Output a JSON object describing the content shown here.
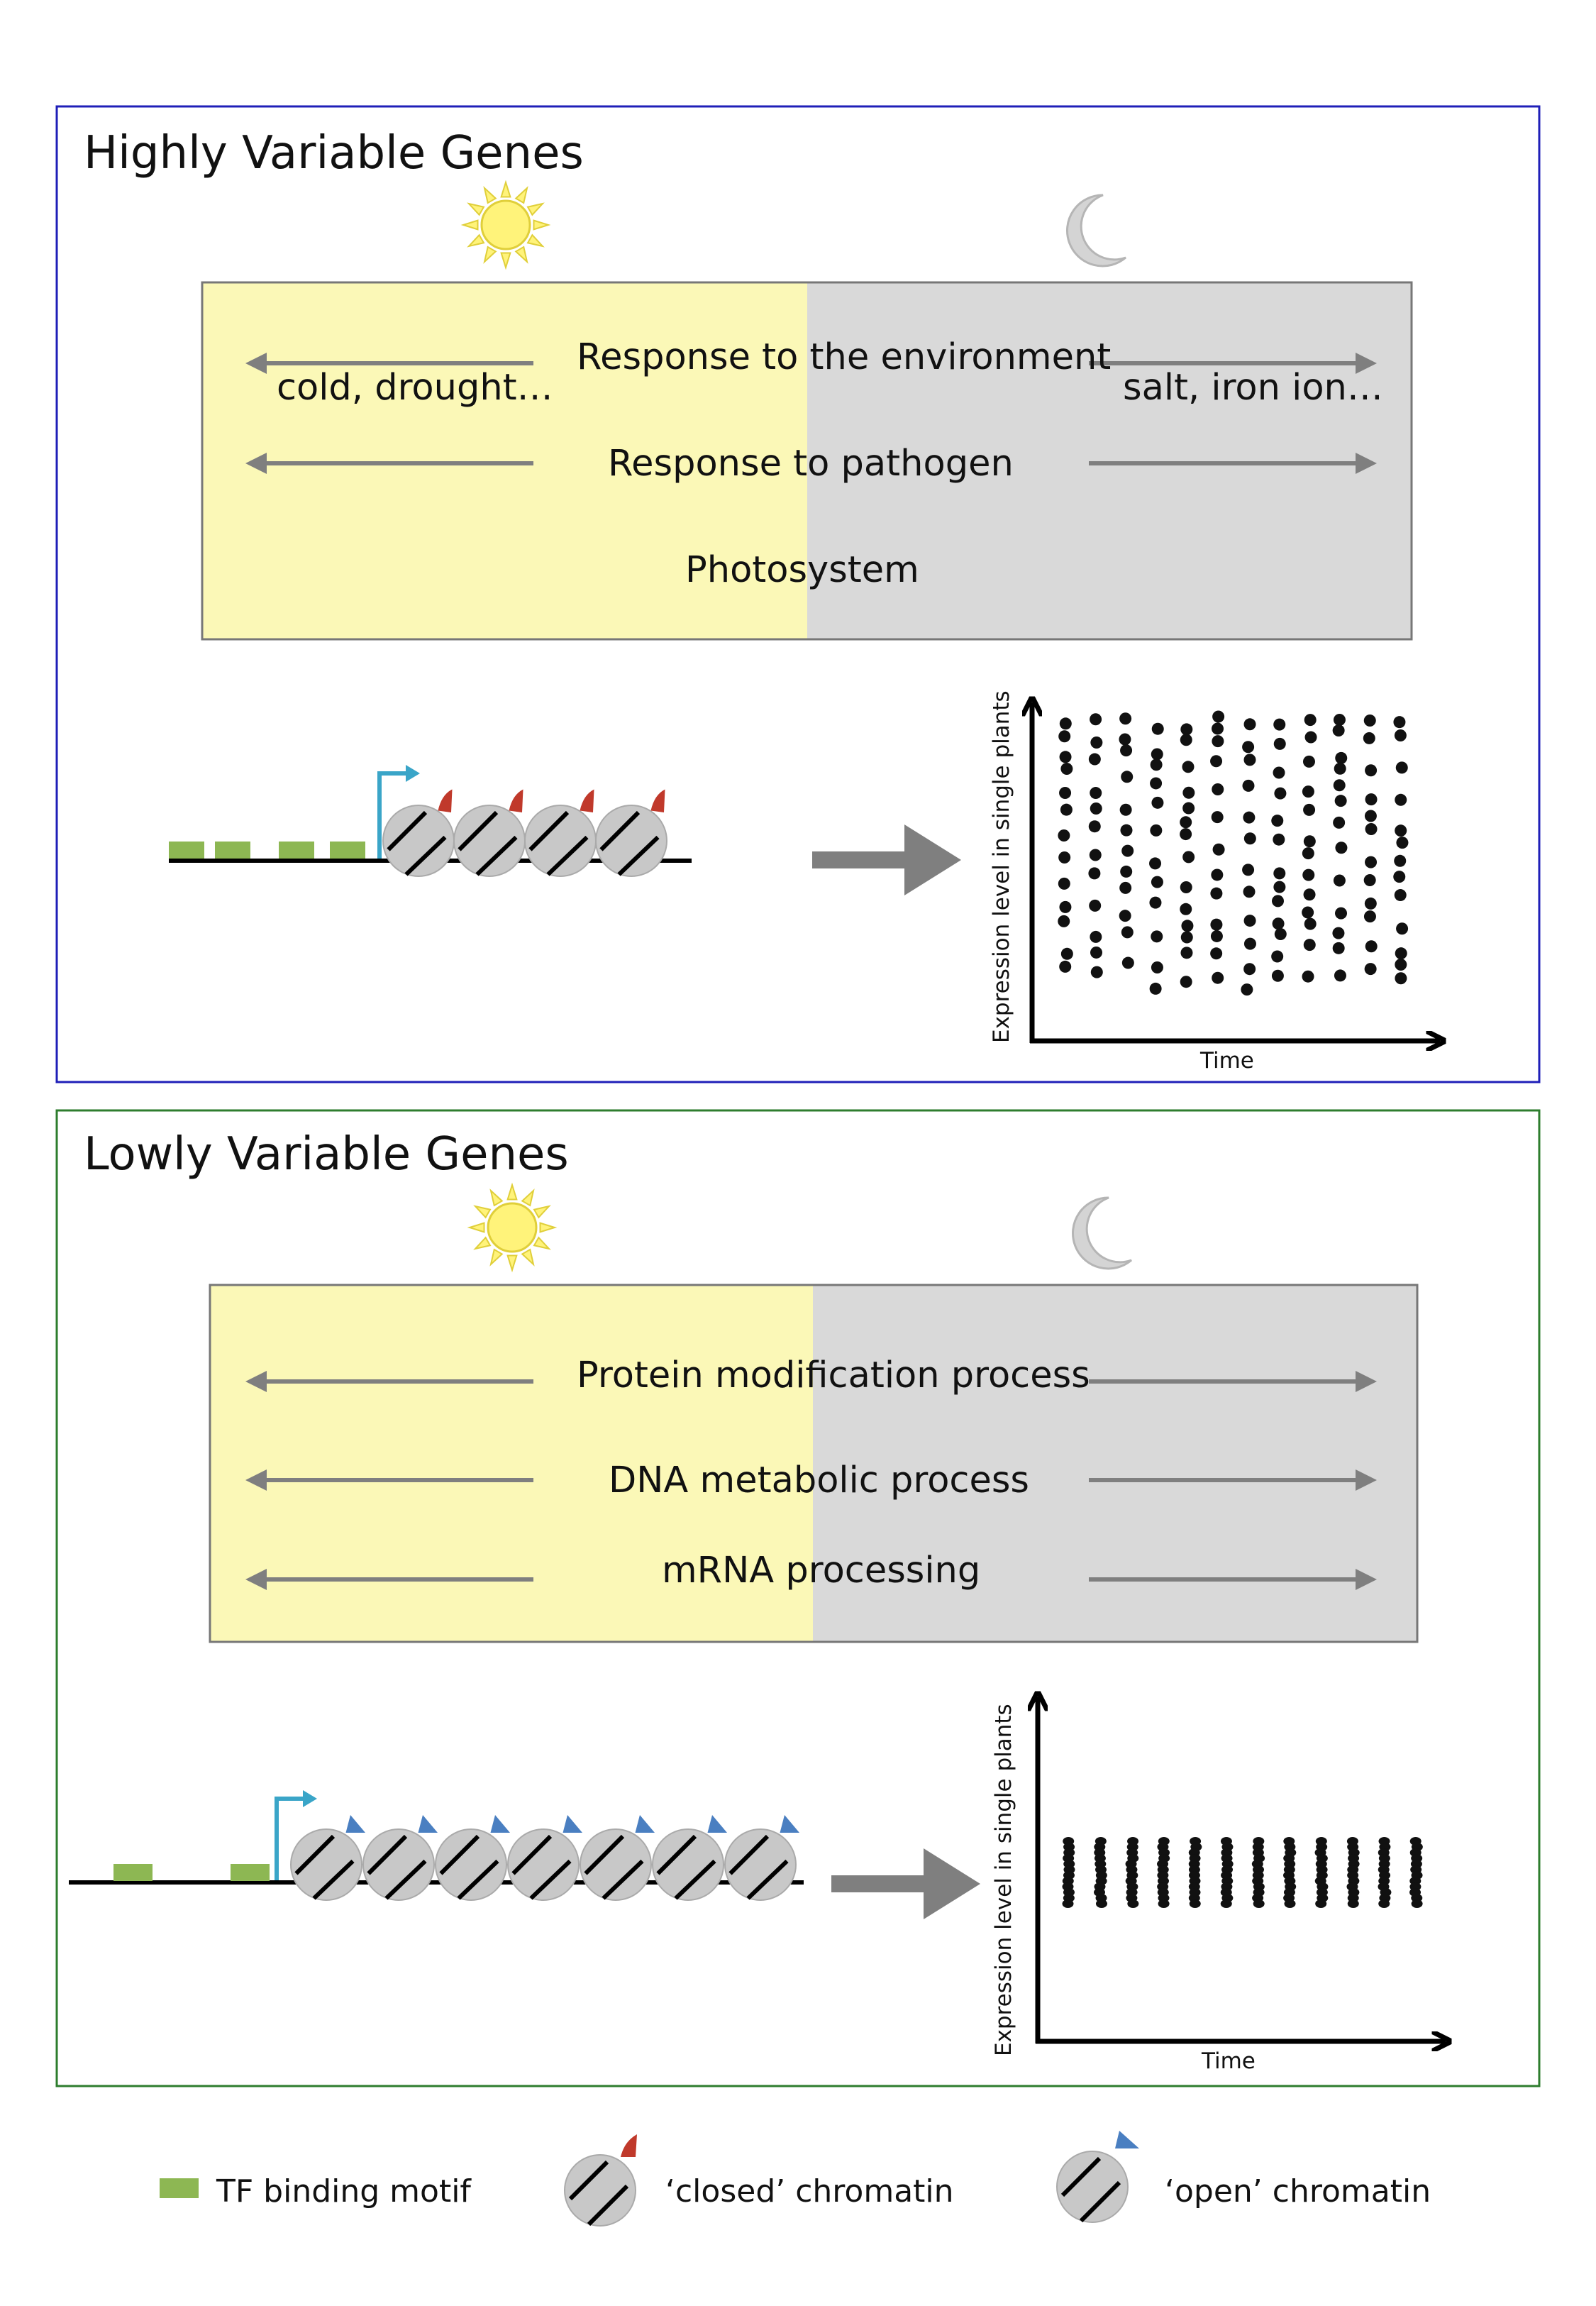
{
  "colors": {
    "high_border": "#1f1fb8",
    "low_border": "#2e7d2e",
    "day_band": "#fbf8b7",
    "night_band": "#d9d9d9",
    "arrow_gray": "#7f7f7f",
    "tf_motif": "#8db753",
    "closed_mark": "#c0392b",
    "open_mark": "#4a7fc1",
    "tss_arrow": "#3aa5c8",
    "nucleosome": "#c8c8c8",
    "sun": "#fff37a",
    "moon": "#d4d4d4"
  },
  "icons": [
    "sun-icon",
    "moon-icon",
    "tss-arrow-icon",
    "nucleosome-icon"
  ],
  "high": {
    "title": "Highly Variable Genes",
    "rows": [
      {
        "label": "Response to the environment",
        "left_note": "cold, drought…",
        "right_note": "salt, iron ion…",
        "arrows": true
      },
      {
        "label": "Response to pathogen",
        "arrows": true
      },
      {
        "label": "Photosystem",
        "arrows": false
      }
    ],
    "chromatin": "closed",
    "plot": {
      "ylabel": "Expression level in single plants",
      "xlabel": "Time"
    }
  },
  "low": {
    "title": "Lowly Variable Genes",
    "rows": [
      {
        "label": "Protein modification process",
        "arrows": true
      },
      {
        "label": "DNA metabolic process",
        "arrows": true
      },
      {
        "label": "mRNA processing",
        "arrows": true
      }
    ],
    "chromatin": "open",
    "plot": {
      "ylabel": "Expression level in single plants",
      "xlabel": "Time"
    }
  },
  "legend": {
    "tf_motif": "TF binding motif",
    "closed": "‘closed’ chromatin",
    "open": "‘open’ chromatin"
  }
}
